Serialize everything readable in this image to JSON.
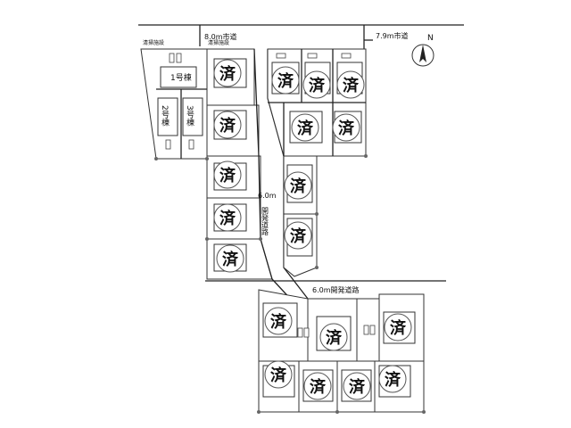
{
  "map": {
    "roads": {
      "north_road": "8.0m市道",
      "east_road": "7.9m市道",
      "central_road": "6.0m",
      "central_road_vertical": "開発道路",
      "south_road": "6.0m開発道路"
    },
    "facility": {
      "left_label": "清掃施設",
      "right_label": "清掃施設"
    },
    "buildings": {
      "b1": "1号棟",
      "b2": "2号棟",
      "b3": "3号棟"
    },
    "compass": {
      "label": "N"
    },
    "sold_mark": "済"
  }
}
